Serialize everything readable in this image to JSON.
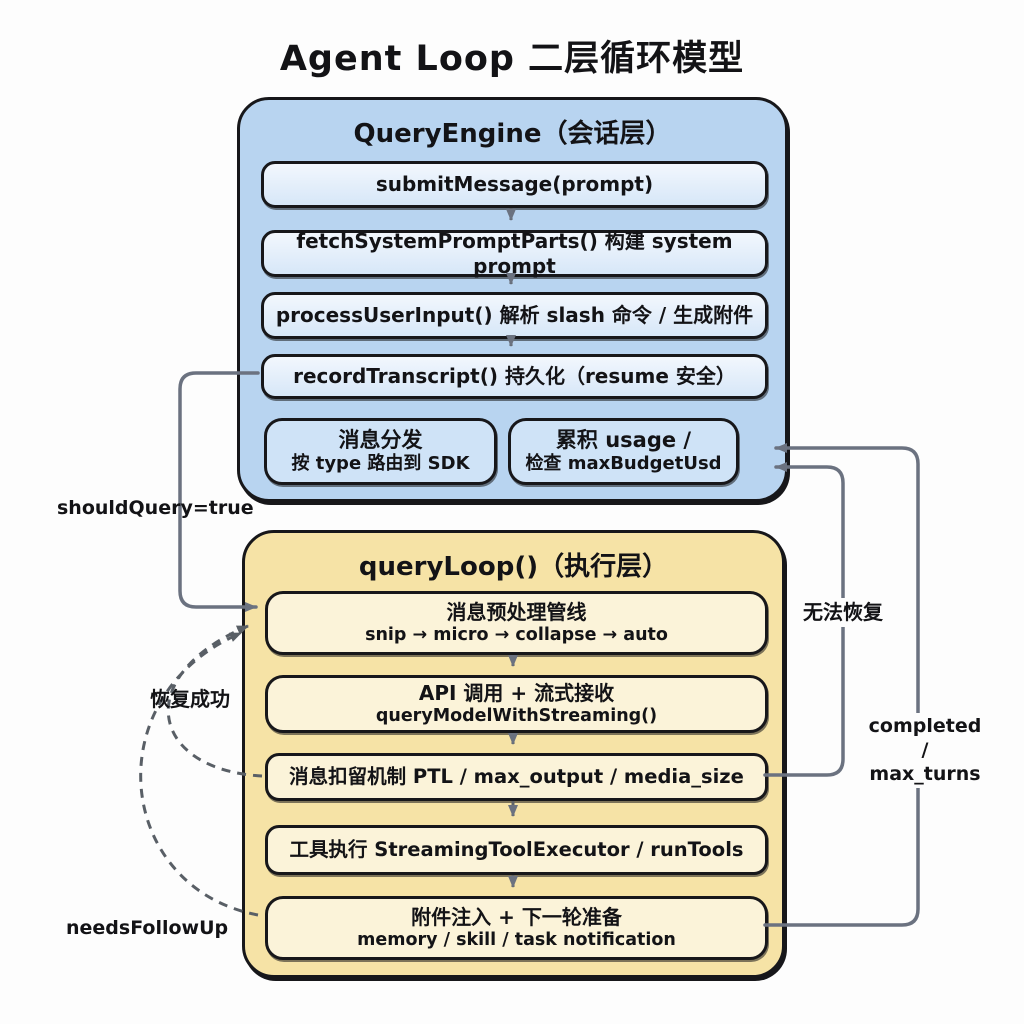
{
  "title": "Agent Loop 二层循环模型",
  "colors": {
    "session_layer_bg": "#b8d4f0",
    "session_inner_bg": "#e6f0fa",
    "session_duo_bg": "#cfe3f7",
    "exec_layer_bg": "#f6e3a6",
    "exec_inner_bg": "#fbf3d9",
    "outline": "#17171a",
    "connector_gray": "#6b7280",
    "dashed_gray": "#595f66"
  },
  "query_engine": {
    "header": "QueryEngine（会话层）",
    "steps": [
      "submitMessage(prompt)",
      "fetchSystemPromptParts() 构建 system prompt",
      "processUserInput() 解析 slash 命令 / 生成附件",
      "recordTranscript() 持久化（resume 安全）"
    ],
    "dispatch_box": {
      "line1": "消息分发",
      "line2": "按 type 路由到 SDK"
    },
    "usage_box": {
      "line1": "累积 usage /",
      "line2": "检查 maxBudgetUsd"
    }
  },
  "query_loop": {
    "header": "queryLoop()（执行层）",
    "steps": [
      {
        "line1": "消息预处理管线",
        "line2": "snip → micro → collapse → auto"
      },
      {
        "line1": "API 调用 + 流式接收",
        "line2": "queryModelWithStreaming()"
      },
      {
        "line1": "消息扣留机制 PTL / max_output / media_size"
      },
      {
        "line1": "工具执行 StreamingToolExecutor / runTools"
      },
      {
        "line1": "附件注入 + 下一轮准备",
        "line2": "memory / skill / task notification"
      }
    ]
  },
  "edges": {
    "should_query": "shouldQuery=true",
    "recovery_success": "恢复成功",
    "needs_follow_up": "needsFollowUp",
    "unrecoverable": "无法恢复",
    "completed": "completed /",
    "max_turns": "max_turns"
  }
}
